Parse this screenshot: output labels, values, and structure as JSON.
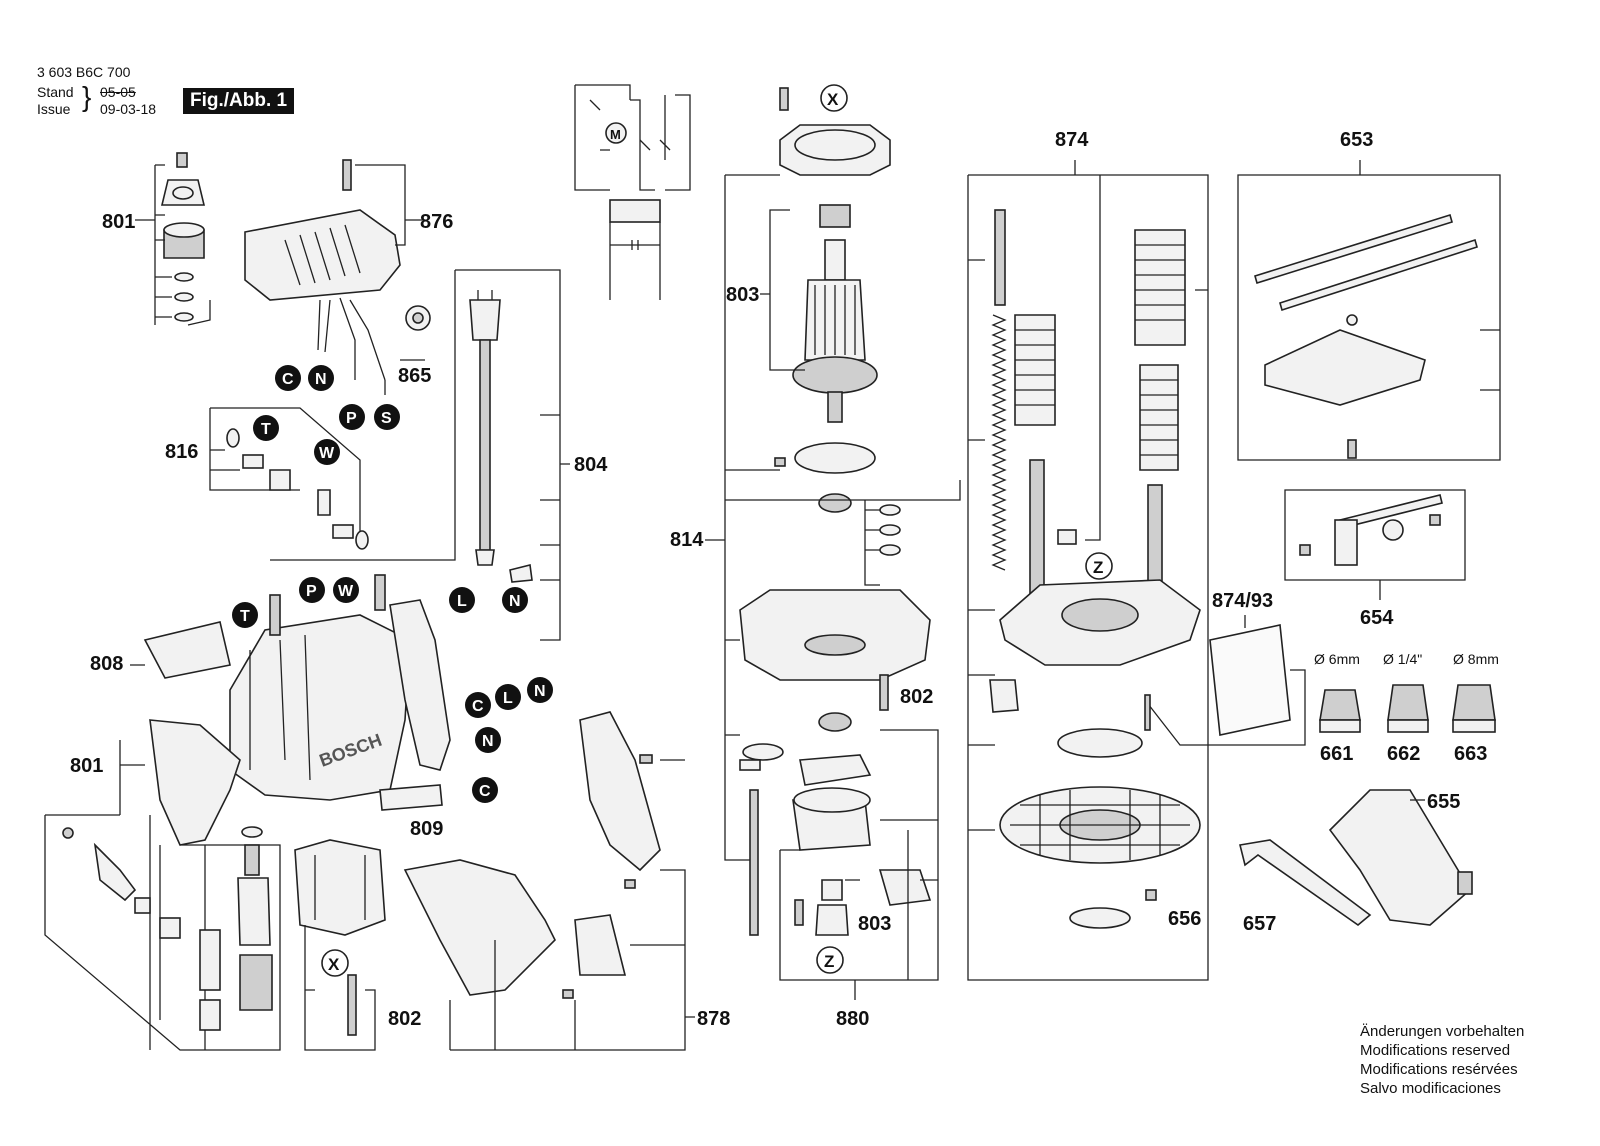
{
  "header": {
    "doc_number": "3 603 B6C 700",
    "stand_label": "Stand",
    "issue_label": "Issue",
    "stand_date": "05-05",
    "issue_date": "09-03-18",
    "figure_label": "Fig./Abb. 1"
  },
  "part_numbers": {
    "p801_top": "801",
    "p876": "876",
    "p865": "865",
    "p816": "816",
    "p804": "804",
    "p808": "808",
    "p801_bottom": "801",
    "p809": "809",
    "p802_left": "802",
    "p878": "878",
    "p803_top": "803",
    "p814": "814",
    "p802_mid": "802",
    "p803_bottom": "803",
    "p880": "880",
    "p874": "874",
    "p653": "653",
    "p654": "654",
    "p874_93": "874/93",
    "p661": "661",
    "p662": "662",
    "p663": "663",
    "p655": "655",
    "p656": "656",
    "p657": "657"
  },
  "collet_sizes": {
    "c661": "Ø 6mm",
    "c662": "Ø 1/4\"",
    "c663": "Ø 8mm"
  },
  "badges": {
    "C": "C",
    "N": "N",
    "P": "P",
    "S": "S",
    "T": "T",
    "W": "W",
    "L": "L",
    "X": "X",
    "Z": "Z"
  },
  "brand_text": "BOSCH",
  "motor_symbol": "M",
  "footer_notes": [
    "Änderungen vorbehalten",
    "Modifications reserved",
    "Modifications resérvées",
    "Salvo modificaciones"
  ]
}
